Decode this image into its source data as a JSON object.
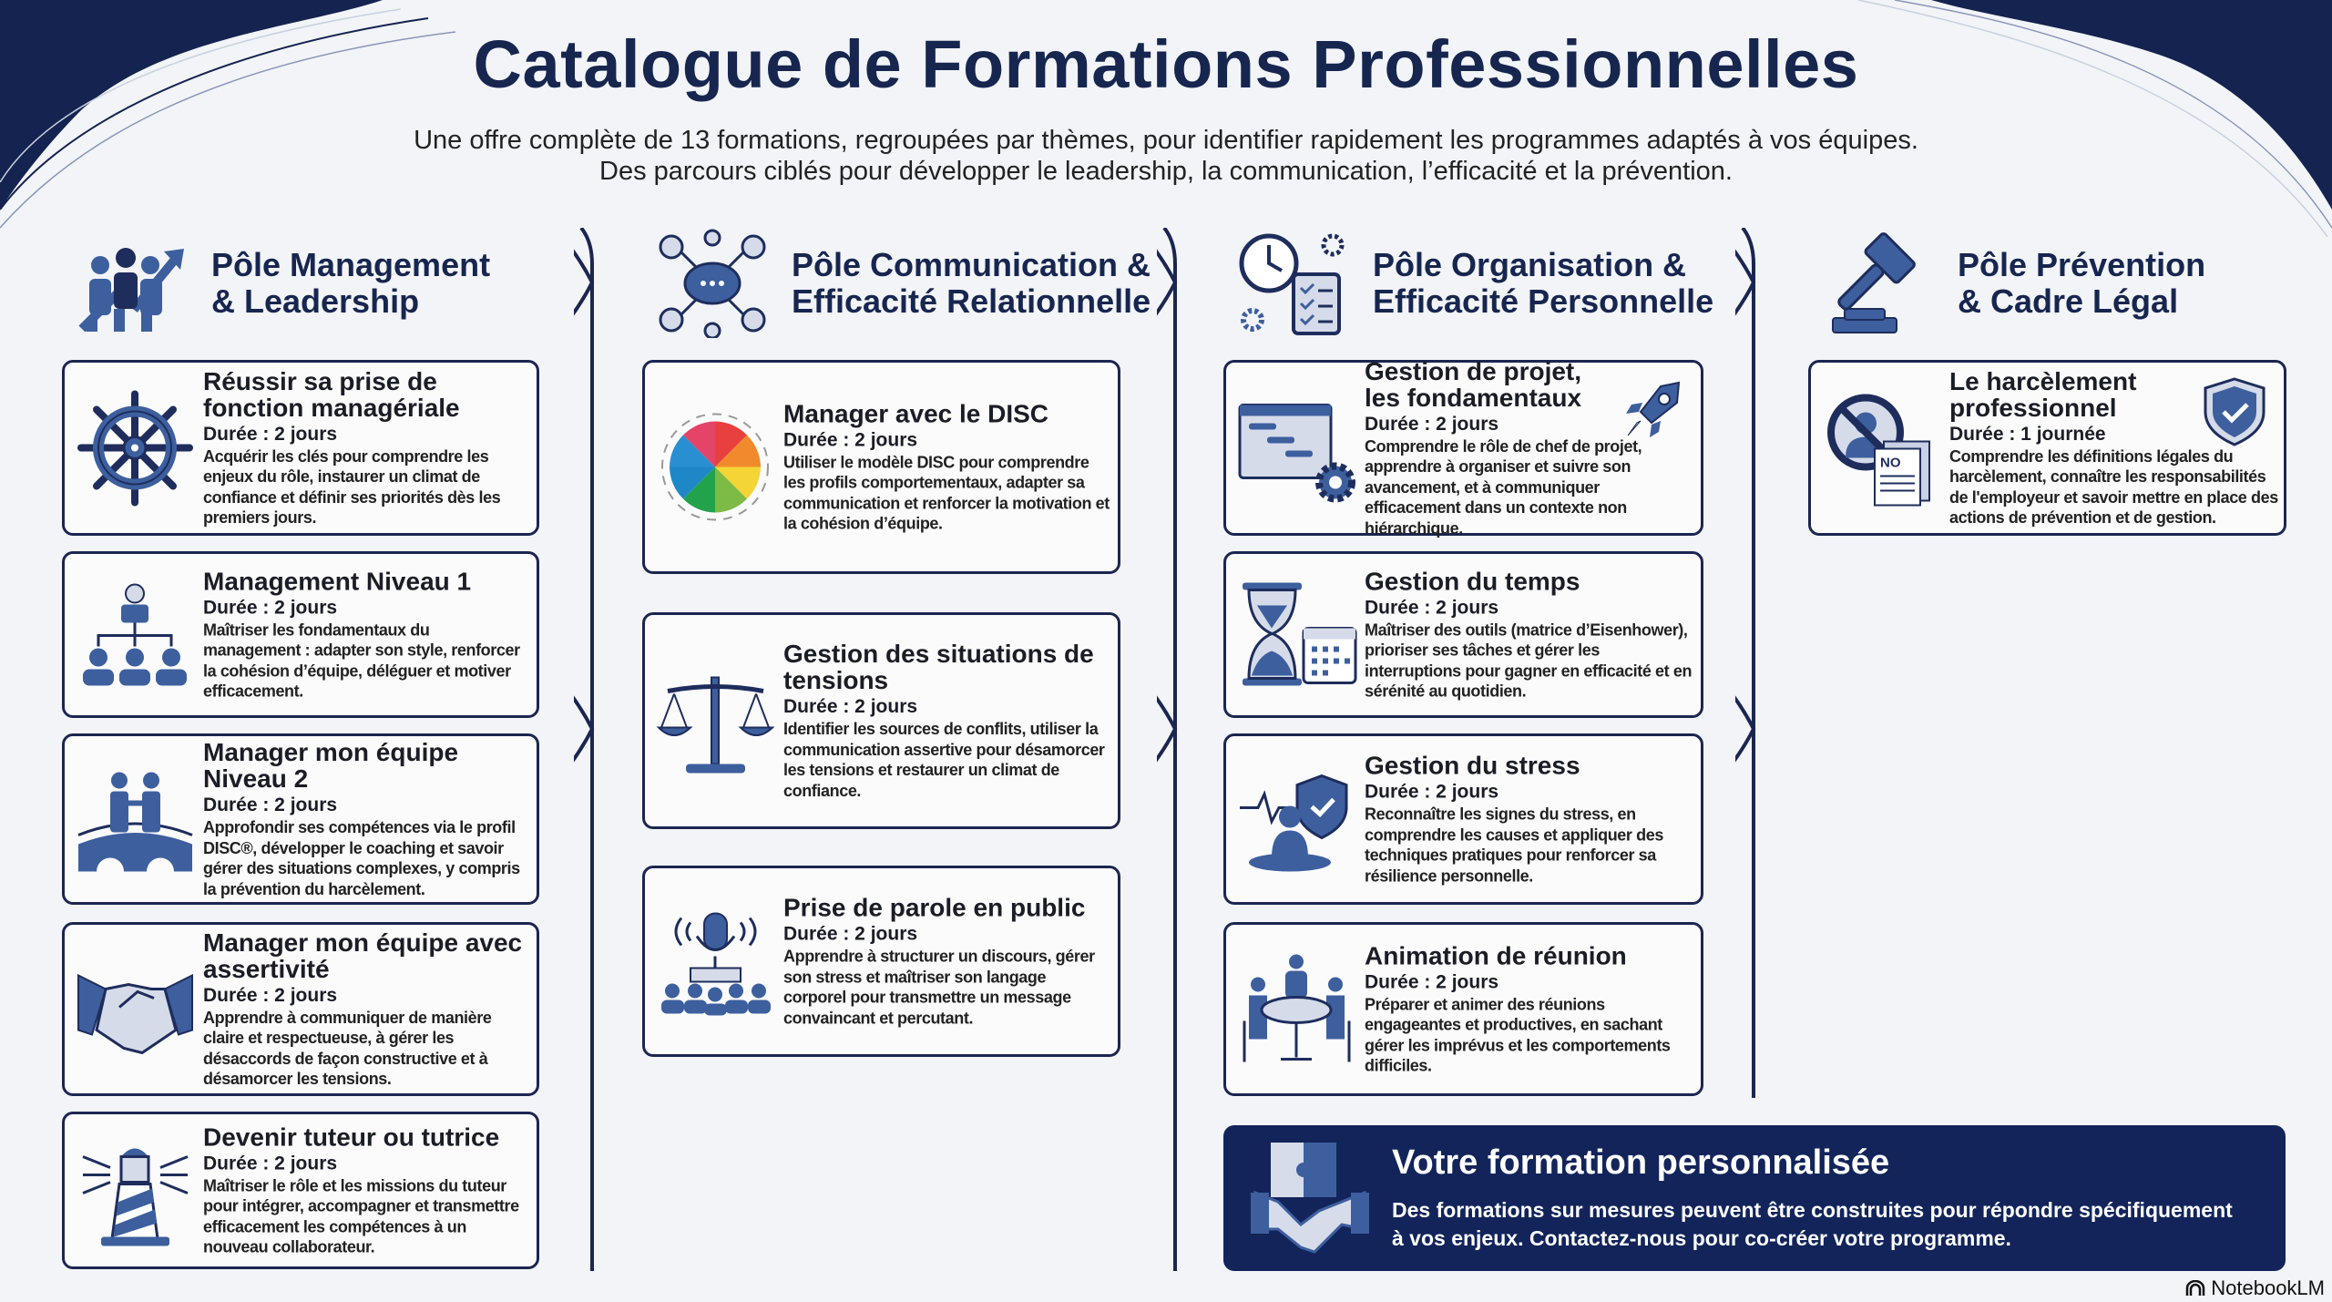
{
  "header": {
    "title": "Catalogue de Formations Professionnelles",
    "subtitle_line1": "Une offre complète de 13 formations, regroupées par thèmes, pour identifier rapidement les programmes adaptés à vos équipes.",
    "subtitle_line2": "Des parcours ciblés pour développer le leadership, la communication, l’efficacité et la prévention."
  },
  "colors": {
    "navy": "#17264f",
    "accent": "#3b5998",
    "banner": "#12245a"
  },
  "poles": [
    {
      "title_line1": "Pôle Management",
      "title_line2": "& Leadership",
      "icon": "team-growth-icon",
      "cards": [
        {
          "title": "Réussir sa prise de fonction managériale",
          "duration": "Durée : 2 jours",
          "desc": "Acquérir les clés pour comprendre les enjeux du rôle, instaurer un climat de confiance et définir ses priorités dès les premiers jours.",
          "icon": "ship-wheel-icon"
        },
        {
          "title": "Management Niveau 1",
          "duration": "Durée : 2 jours",
          "desc": "Maîtriser les fondamentaux du management : adapter son style, renforcer la cohésion d’équipe, déléguer et motiver efficacement.",
          "icon": "org-chart-icon"
        },
        {
          "title": "Manager mon équipe Niveau 2",
          "duration": "Durée : 2 jours",
          "desc": "Approfondir ses compétences via le profil DISC®, développer le coaching et savoir gérer des situations complexes, y compris la prévention du harcèlement.",
          "icon": "bridge-people-icon"
        },
        {
          "title": "Manager mon équipe avec assertivité",
          "duration": "Durée : 2 jours",
          "desc": "Apprendre à communiquer de manière claire et respectueuse, à gérer les désaccords de façon constructive et à désamorcer les tensions.",
          "icon": "handshake-icon"
        },
        {
          "title": "Devenir tuteur ou tutrice",
          "duration": "Durée : 2 jours",
          "desc": "Maîtriser le rôle et les missions du tuteur pour intégrer, accompagner et transmettre efficacement les compétences à un nouveau collaborateur.",
          "icon": "lighthouse-icon"
        }
      ]
    },
    {
      "title_line1": "Pôle Communication &",
      "title_line2": "Efficacité Relationnelle",
      "icon": "chat-network-icon",
      "cards": [
        {
          "title": "Manager avec le DISC",
          "duration": "Durée : 2 jours",
          "desc": "Utiliser le modèle DISC pour comprendre les profils comportementaux, adapter sa communication et renforcer la motivation et la cohésion d’équipe.",
          "icon": "disc-wheel-icon"
        },
        {
          "title": "Gestion des situations de tensions",
          "duration": "Durée : 2 jours",
          "desc": "Identifier les sources de conflits, utiliser la communication assertive pour désamorcer les tensions et restaurer un climat de confiance.",
          "icon": "scales-icon"
        },
        {
          "title": "Prise de parole en public",
          "duration": "Durée : 2 jours",
          "desc": "Apprendre à structurer un discours, gérer son stress et maîtriser son langage corporel pour transmettre un message convaincant et percutant.",
          "icon": "microphone-audience-icon"
        }
      ]
    },
    {
      "title_line1": "Pôle Organisation &",
      "title_line2": "Efficacité Personnelle",
      "icon": "clock-checklist-icon",
      "cards": [
        {
          "title": "Gestion de projet, les fondamentaux",
          "duration": "Durée : 2 jours",
          "desc": "Comprendre le rôle de chef de projet, apprendre à organiser et suivre son avancement, et à communiquer efficacement dans un contexte non hiérarchique.",
          "icon": "gantt-gear-icon",
          "badge": "rocket-icon"
        },
        {
          "title": "Gestion du temps",
          "duration": "Durée : 2 jours",
          "desc": "Maîtriser des outils (matrice d’Eisenhower), prioriser ses tâches et gérer les interruptions pour gagner en efficacité et en sérénité au quotidien.",
          "icon": "hourglass-calendar-icon"
        },
        {
          "title": "Gestion du stress",
          "duration": "Durée : 2 jours",
          "desc": "Reconnaître les signes du stress, en comprendre les causes et appliquer des techniques pratiques pour renforcer sa résilience personnelle.",
          "icon": "meditation-shield-icon"
        },
        {
          "title": "Animation de réunion",
          "duration": "Durée : 2 jours",
          "desc": "Préparer et animer des réunions engageantes et productives, en sachant gérer les imprévus et les comportements difficiles.",
          "icon": "meeting-table-icon"
        }
      ]
    },
    {
      "title_line1": "Pôle Prévention",
      "title_line2": "& Cadre Légal",
      "icon": "gavel-icon",
      "cards": [
        {
          "title": "Le harcèlement professionnel",
          "duration": "Durée : 1 journée",
          "desc": "Comprendre les définitions légales du harcèlement, connaître les responsabilités de l'employeur et savoir mettre en place des actions de prévention et de gestion.",
          "icon": "no-harassment-document-icon",
          "badge": "shield-check-icon",
          "doc_label": "NO"
        }
      ]
    }
  ],
  "banner": {
    "title": "Votre formation personnalisée",
    "desc_line1": "Des formations sur mesures peuvent être construites pour répondre spécifiquement",
    "desc_line2": "à vos enjeux. Contactez-nous pour co-créer votre programme.",
    "icon": "puzzle-handshake-icon"
  },
  "watermark": "NotebookLM"
}
